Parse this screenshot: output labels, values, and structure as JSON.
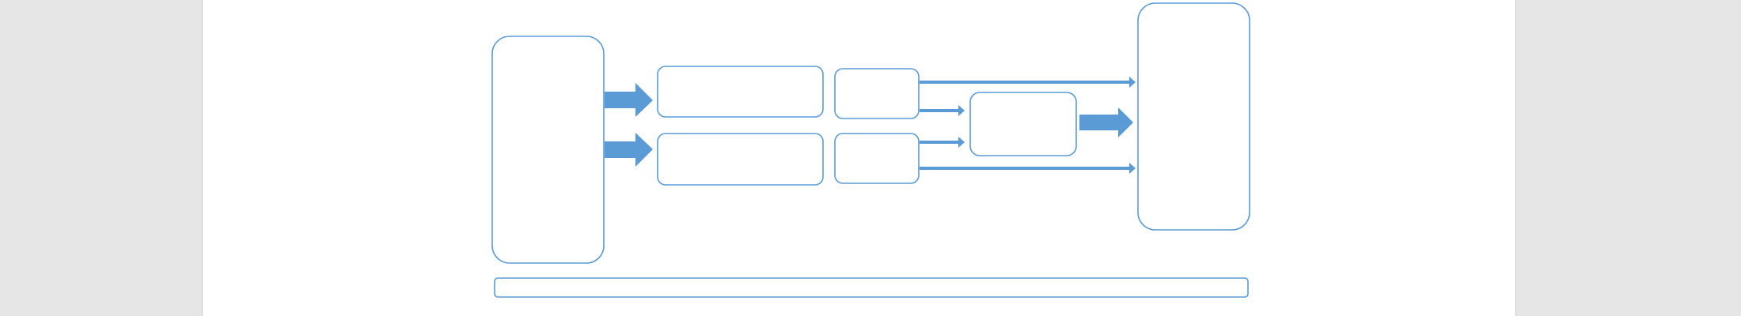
{
  "colors": {
    "canvas_background": "#e6e6e6",
    "page_background": "#ffffff",
    "page_edge": "#c8c8c8",
    "shape_stroke": "#5b9bd5",
    "shape_fill": "#ffffff",
    "arrow_fill": "#5b9bd5"
  },
  "diagram": {
    "boxes": [
      {
        "id": "source-box",
        "label": ""
      },
      {
        "id": "upper-process-box",
        "label": ""
      },
      {
        "id": "lower-process-box",
        "label": ""
      },
      {
        "id": "upper-small-box",
        "label": ""
      },
      {
        "id": "lower-small-box",
        "label": ""
      },
      {
        "id": "merge-box",
        "label": ""
      },
      {
        "id": "target-box",
        "label": ""
      },
      {
        "id": "footer-bar",
        "label": ""
      }
    ]
  }
}
